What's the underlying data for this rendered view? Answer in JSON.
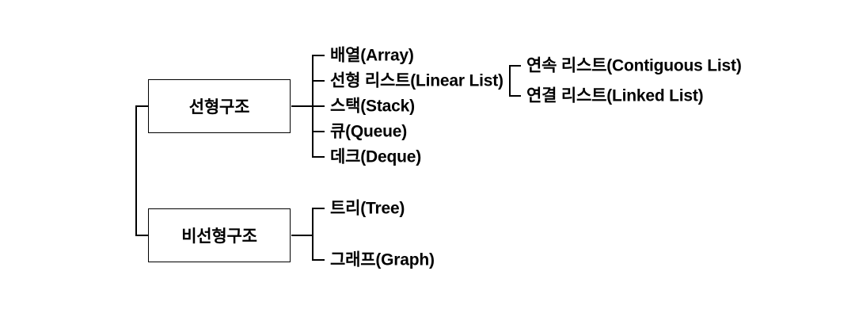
{
  "colors": {
    "background": "#ffffff",
    "line": "#000000",
    "text": "#000000"
  },
  "tree": {
    "linear": {
      "label": "선형구조",
      "children": [
        {
          "label": "배열(Array)"
        },
        {
          "label": "선형 리스트(Linear List)",
          "children": [
            {
              "label": "연속 리스트(Contiguous List)"
            },
            {
              "label": "연결 리스트(Linked List)"
            }
          ]
        },
        {
          "label": "스택(Stack)"
        },
        {
          "label": "큐(Queue)"
        },
        {
          "label": "데크(Deque)"
        }
      ]
    },
    "nonlinear": {
      "label": "비선형구조",
      "children": [
        {
          "label": "트리(Tree)"
        },
        {
          "label": "그래프(Graph)"
        }
      ]
    }
  }
}
